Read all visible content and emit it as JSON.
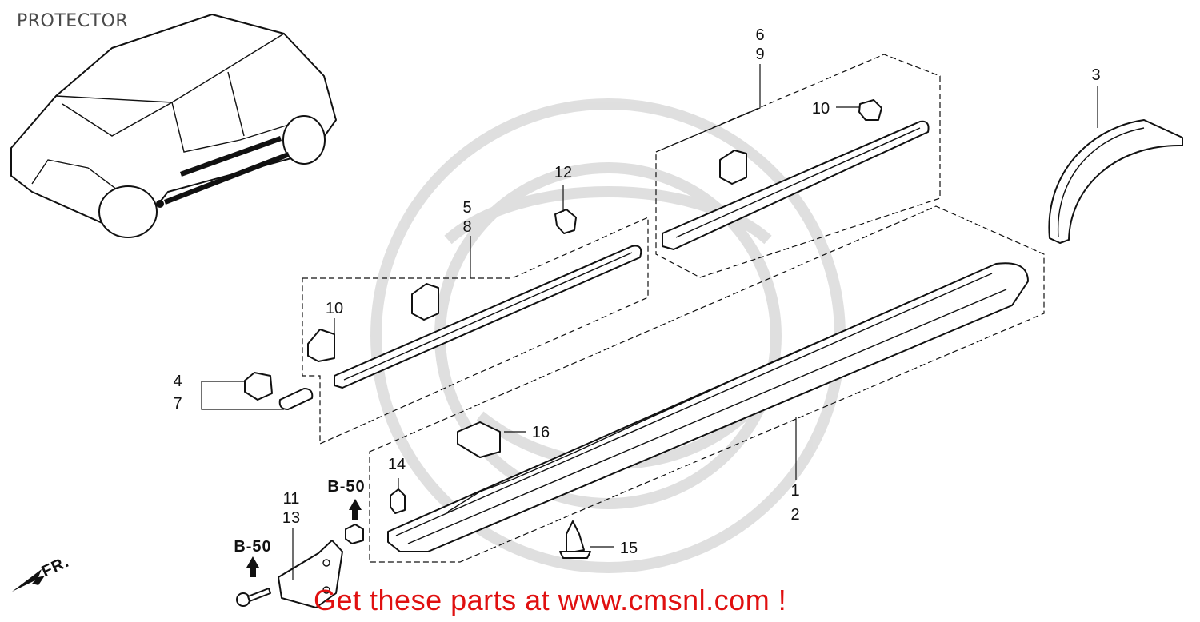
{
  "diagram": {
    "title": "PROTECTOR",
    "watermark_text": "Get these parts at www.cmsnl.com !",
    "colors": {
      "watermark": "#e01010",
      "line": "#111111",
      "background": "#ffffff"
    },
    "part_callouts": {
      "c1": "1",
      "c2": "2",
      "c3": "3",
      "c4": "4",
      "c5": "5",
      "c6": "6",
      "c7": "7",
      "c8": "8",
      "c9": "9",
      "c10a": "10",
      "c10b": "10",
      "c11": "11",
      "c12": "12",
      "c13": "13",
      "c14": "14",
      "c15": "15",
      "c16": "16"
    },
    "references": {
      "ref_a": "B-50",
      "ref_b": "B-50"
    },
    "direction_label": "FR."
  }
}
